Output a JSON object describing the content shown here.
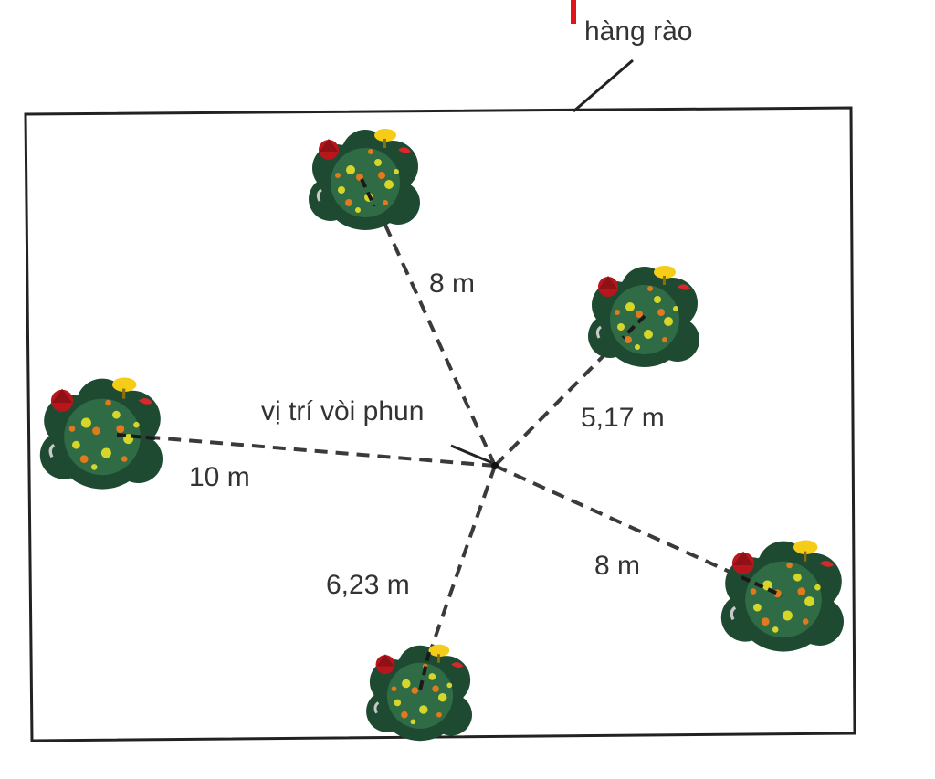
{
  "fence_label": "hàng rào",
  "sprinkler_label": "vị trí vòi phun",
  "distances": [
    {
      "id": "top",
      "label": "8 m"
    },
    {
      "id": "upper-right",
      "label": "5,17 m"
    },
    {
      "id": "left",
      "label": "10 m"
    },
    {
      "id": "lower-right",
      "label": "8 m"
    },
    {
      "id": "bottom",
      "label": "6,23 m"
    }
  ],
  "colors": {
    "fence": "#222222",
    "dash": "#3a3a3a",
    "bush_dark": "#1f4a32",
    "bush_mid": "#2f6b45",
    "leaf_yellow": "#d6d62a",
    "leaf_orange": "#e07a1c",
    "flower_red": "#b8161d",
    "flower_yellow": "#f5cc18",
    "accent_red": "#e0151b"
  }
}
